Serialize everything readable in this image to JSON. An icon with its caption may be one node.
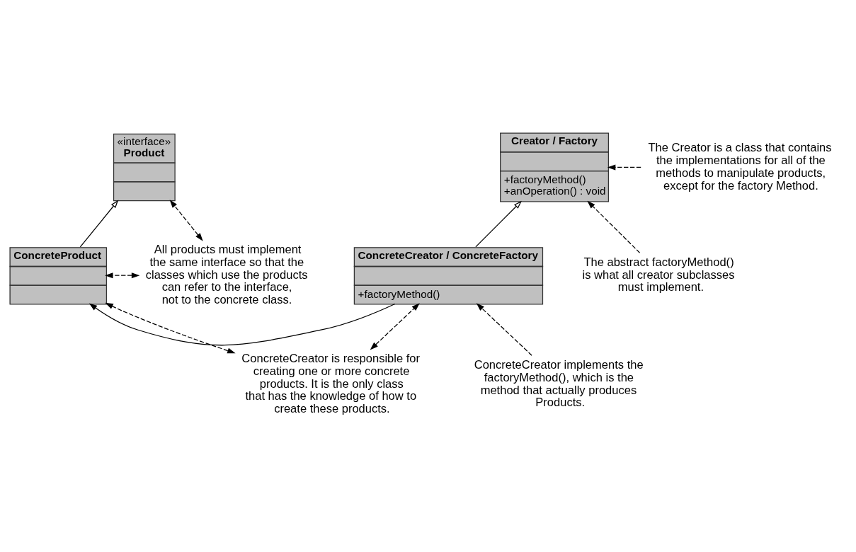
{
  "diagram": {
    "nodes": [
      {
        "text": [
          "«interface»",
          "Product"
        ]
      },
      {
        "text": [
          "Creator / Factory",
          "+factoryMethod()",
          "+anOperation() : void"
        ]
      },
      {
        "text": [
          "ConcreteProduct"
        ]
      },
      {
        "text": [
          "ConcreteCreator / ConcreteFactory",
          "+factoryMethod()"
        ]
      },
      {
        "text": [
          "The Creator is a class that contains the implementations for all of the methods to manipulate products, except for the factory Method."
        ]
      },
      {
        "text": [
          "All products must implement the same interface so that the classes which use the products can refer to the interface, not to the concrete class."
        ]
      },
      {
        "text": [
          "The abstract factoryMethod() is what all creator subclasses must implement."
        ]
      },
      {
        "text": [
          "ConcreteCreator is responsible for creating one or more concrete products. It is the only class that has the knowledge of how to create these products."
        ]
      },
      {
        "text": [
          "ConcreteCreator implements the factoryMethod(), which is the method that actually produces Products."
        ]
      }
    ],
    "edges": [
      {
        "from": 4,
        "to": 1,
        "arrow": "to",
        "style": "dashed"
      },
      {
        "from": 5,
        "to": 0,
        "arrow": "both",
        "style": "dashed"
      },
      {
        "from": 5,
        "to": 2,
        "arrow": "both",
        "style": "dashed"
      },
      {
        "from": 2,
        "to": 0,
        "arrow": "to"
      },
      {
        "from": 3,
        "to": 1,
        "arrow": "to"
      },
      {
        "from": 3,
        "to": 2,
        "arrow": "to"
      },
      {
        "from": 6,
        "to": 1,
        "arrow": "to",
        "style": "dashed"
      },
      {
        "from": 7,
        "to": 2,
        "arrow": "both",
        "style": "dashed"
      },
      {
        "from": 7,
        "to": 3,
        "arrow": "both",
        "style": "dashed"
      },
      {
        "from": 8,
        "to": 3,
        "arrow": "to",
        "style": "dashed"
      }
    ]
  }
}
